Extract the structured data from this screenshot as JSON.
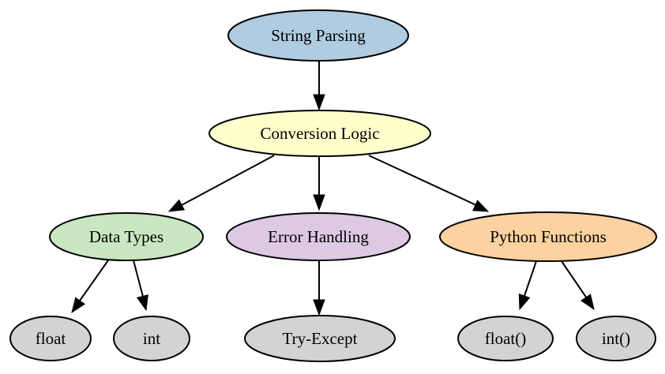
{
  "diagram": {
    "type": "flowchart-tree",
    "background": "#ffffff",
    "border_color": "#000000",
    "text_color": "#000000",
    "nodes": [
      {
        "id": "string-parsing",
        "label": "String Parsing",
        "fill": "#b0cce1",
        "level": 0
      },
      {
        "id": "conversion-logic",
        "label": "Conversion Logic",
        "fill": "#ffffcc",
        "level": 1
      },
      {
        "id": "data-types",
        "label": "Data Types",
        "fill": "#c9e7c0",
        "level": 2
      },
      {
        "id": "error-handling",
        "label": "Error Handling",
        "fill": "#ddc9e3",
        "level": 2
      },
      {
        "id": "python-functions",
        "label": "Python Functions",
        "fill": "#fbd2a0",
        "level": 2
      },
      {
        "id": "float",
        "label": "float",
        "fill": "#d3d3d3",
        "level": 3
      },
      {
        "id": "int",
        "label": "int",
        "fill": "#d3d3d3",
        "level": 3
      },
      {
        "id": "try-except",
        "label": "Try-Except",
        "fill": "#d3d3d3",
        "level": 3
      },
      {
        "id": "float-call",
        "label": "float()",
        "fill": "#d3d3d3",
        "level": 3
      },
      {
        "id": "int-call",
        "label": "int()",
        "fill": "#d3d3d3",
        "level": 3
      }
    ],
    "edges": [
      {
        "from": "string-parsing",
        "to": "conversion-logic"
      },
      {
        "from": "conversion-logic",
        "to": "data-types"
      },
      {
        "from": "conversion-logic",
        "to": "error-handling"
      },
      {
        "from": "conversion-logic",
        "to": "python-functions"
      },
      {
        "from": "data-types",
        "to": "float"
      },
      {
        "from": "data-types",
        "to": "int"
      },
      {
        "from": "error-handling",
        "to": "try-except"
      },
      {
        "from": "python-functions",
        "to": "float-call"
      },
      {
        "from": "python-functions",
        "to": "int-call"
      }
    ]
  }
}
